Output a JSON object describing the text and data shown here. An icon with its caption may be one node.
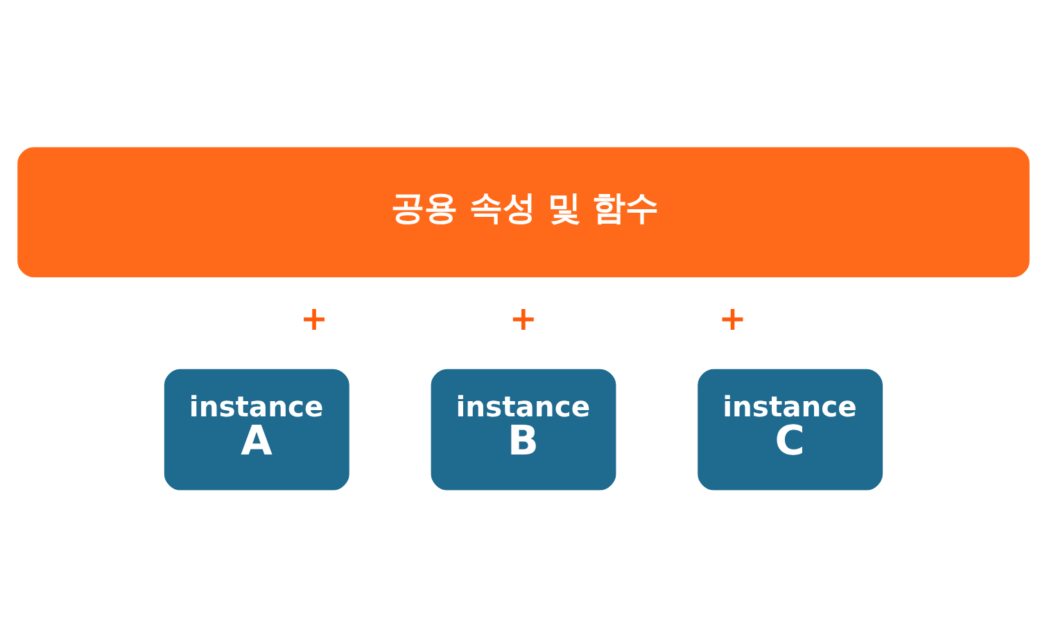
{
  "diagram": {
    "nodes": [
      {
        "text": [
          "공용 속성 및 함수"
        ]
      },
      {
        "text": [
          "instance",
          "A"
        ]
      },
      {
        "text": [
          "instance",
          "B"
        ]
      },
      {
        "text": [
          "instance",
          "C"
        ]
      }
    ],
    "labels": [
      "+",
      "+",
      "+"
    ]
  }
}
